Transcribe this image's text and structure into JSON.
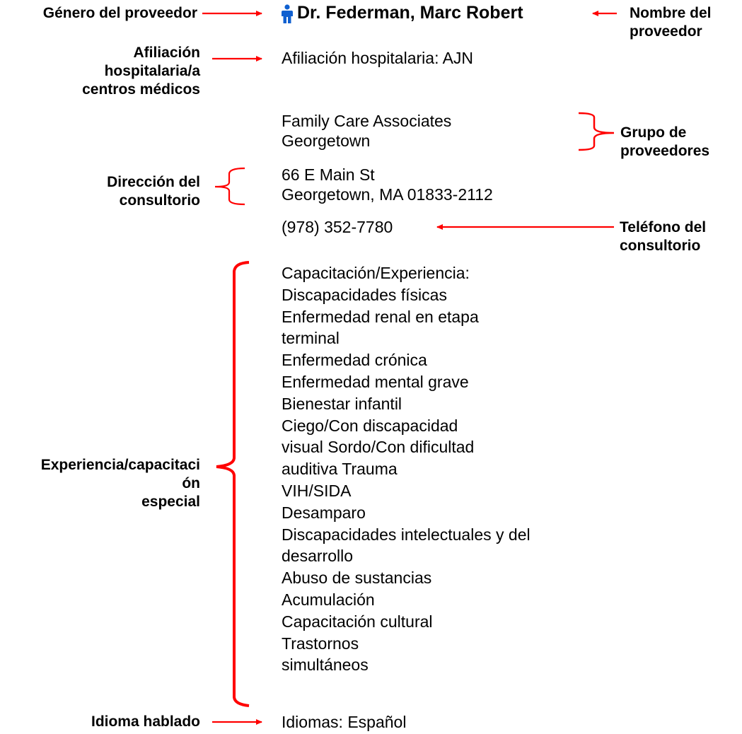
{
  "labels": {
    "gender": "Género del proveedor",
    "hospital_affiliation": [
      "Afiliación",
      "hospitalaria/a",
      "centros médicos"
    ],
    "office_address": [
      "Dirección del",
      "consultorio"
    ],
    "special_experience": [
      "Experiencia/capacitaci",
      "ón",
      "especial"
    ],
    "language_spoken": "Idioma hablado",
    "provider_name": [
      "Nombre del",
      "proveedor"
    ],
    "provider_group": [
      "Grupo de",
      "proveedores"
    ],
    "office_phone": [
      "Teléfono del",
      "consultorio"
    ]
  },
  "provider": {
    "gender_icon": "male-person-icon",
    "name": "Dr. Federman, Marc Robert",
    "hospital_affiliation": "Afiliación hospitalaria: AJN",
    "group": [
      "Family Care Associates",
      "Georgetown"
    ],
    "address": [
      "66 E Main St",
      "Georgetown, MA 01833-2112"
    ],
    "phone": "(978) 352-7780",
    "experience": [
      "Capacitación/Experiencia:",
      "Discapacidades físicas",
      "Enfermedad renal en etapa",
      "terminal",
      "Enfermedad crónica",
      "Enfermedad mental grave",
      "Bienestar infantil",
      "Ciego/Con discapacidad",
      "visual Sordo/Con dificultad",
      "auditiva Trauma",
      "VIH/SIDA",
      "Desamparo",
      "Discapacidades intelectuales y del",
      "desarrollo",
      "Abuso de sustancias",
      "Acumulación",
      "Capacitación cultural",
      "Trastornos",
      "simultáneos"
    ],
    "languages": "Idiomas: Español"
  },
  "colors": {
    "annotation": "#ff0000",
    "icon": "#1060d0"
  }
}
